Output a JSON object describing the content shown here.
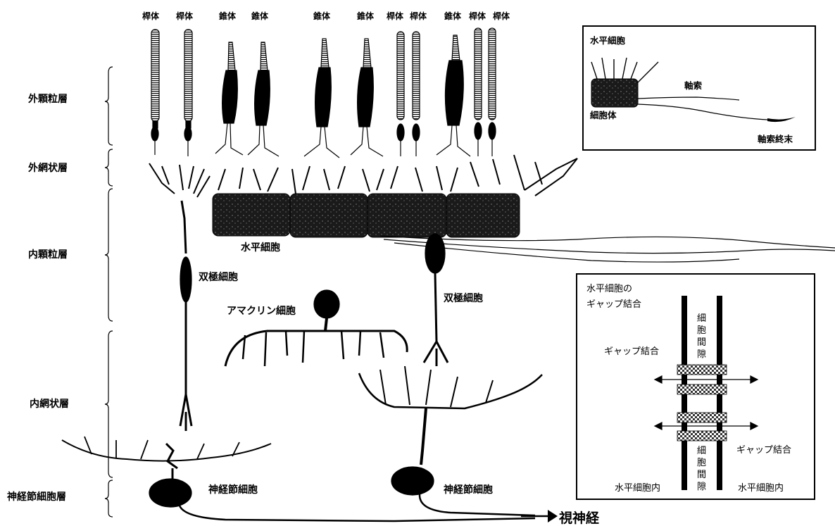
{
  "photoreceptor_labels": [
    "桿体",
    "桿体",
    "錐体",
    "錐体",
    "錐体",
    "錐体",
    "桿体",
    "桿体",
    "錐体",
    "桿体",
    "桿体"
  ],
  "layers": {
    "outer_nuclear": "外顆粒層",
    "outer_plexiform": "外網状層",
    "inner_nuclear": "内顆粒層",
    "inner_plexiform": "内網状層",
    "ganglion": "神経節細胞層"
  },
  "cells": {
    "horizontal": "水平細胞",
    "bipolar_left": "双極細胞",
    "bipolar_right": "双極細胞",
    "amacrine": "アマクリン細胞",
    "ganglion_left": "神経節細胞",
    "ganglion_right": "神経節細胞",
    "optic_nerve": "視神経"
  },
  "inset_horizontal": {
    "title": "水平細胞",
    "axon": "軸索",
    "soma": "細胞体",
    "terminal": "軸索終末"
  },
  "inset_gap": {
    "title_line1": "水平細胞の",
    "title_line2": "ギャップ結合",
    "gap_top": "ギャップ結合",
    "gap_bottom": "ギャップ結合",
    "cleft_top": [
      "細",
      "胞",
      "間",
      "隙"
    ],
    "cleft_bottom": [
      "細",
      "胞",
      "間",
      "隙"
    ],
    "inside_left": "水平細胞内",
    "inside_right": "水平細胞内"
  }
}
